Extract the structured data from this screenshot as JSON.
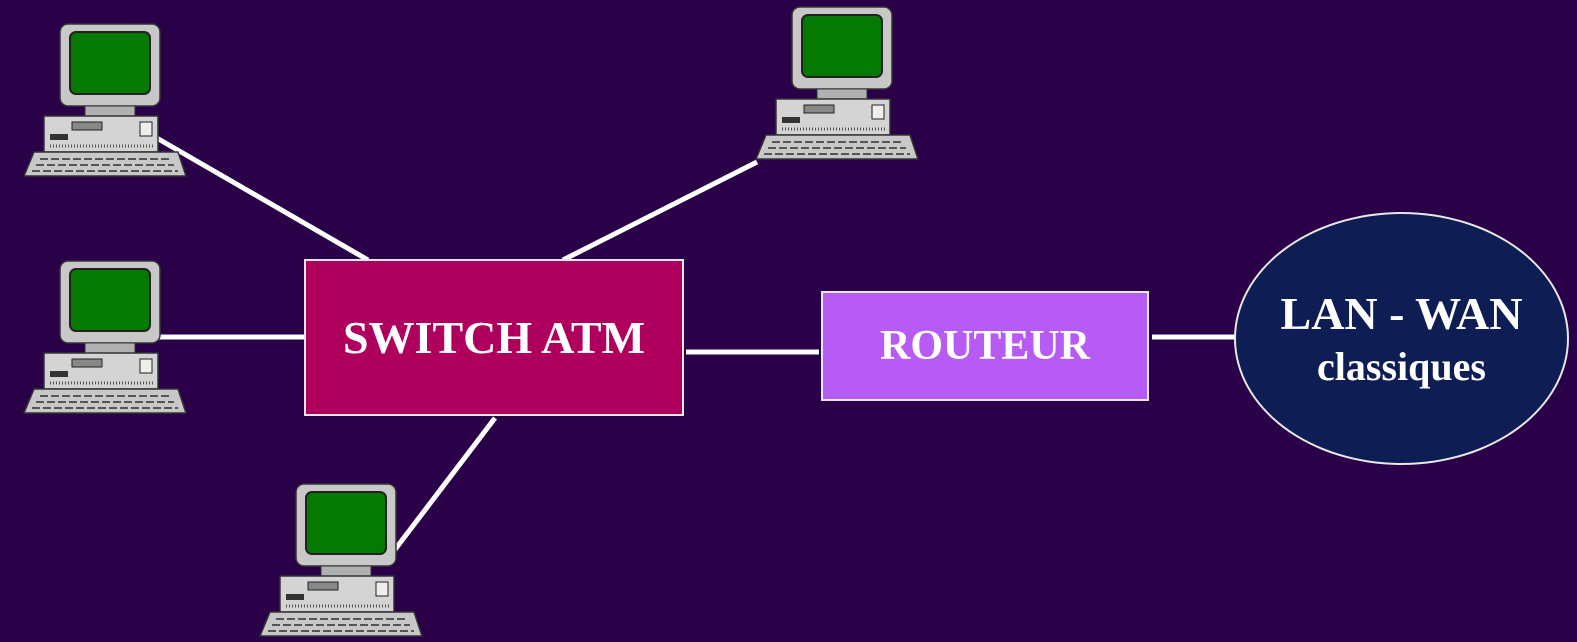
{
  "diagram": {
    "nodes": {
      "switch": {
        "label": "SWITCH ATM",
        "fill": "#b0005e"
      },
      "router": {
        "label": "ROUTEUR",
        "fill": "#b65cf5"
      },
      "network": {
        "line1": "LAN - WAN",
        "line2": "classiques",
        "fill": "#0e1e55"
      },
      "computers": [
        {
          "icon": "computer-icon"
        },
        {
          "icon": "computer-icon"
        },
        {
          "icon": "computer-icon"
        },
        {
          "icon": "computer-icon"
        }
      ]
    },
    "edges": [
      [
        "computer-1",
        "switch"
      ],
      [
        "computer-2",
        "switch"
      ],
      [
        "computer-3",
        "switch"
      ],
      [
        "computer-4",
        "switch"
      ],
      [
        "switch",
        "router"
      ],
      [
        "router",
        "network"
      ]
    ],
    "colors": {
      "background": "#2a0048",
      "link": "#ffffff",
      "screen": "#047a04",
      "case": "#c8c8c8"
    }
  }
}
